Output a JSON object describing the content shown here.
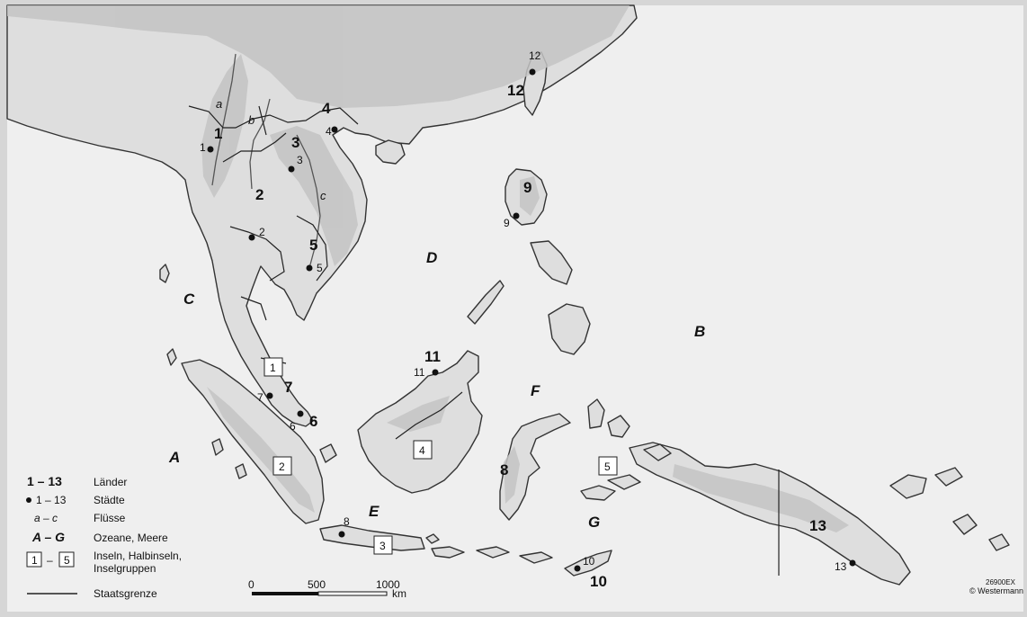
{
  "countries": [
    {
      "num": "1"
    },
    {
      "num": "2"
    },
    {
      "num": "3"
    },
    {
      "num": "4"
    },
    {
      "num": "5"
    },
    {
      "num": "6"
    },
    {
      "num": "7"
    },
    {
      "num": "8"
    },
    {
      "num": "9"
    },
    {
      "num": "10"
    },
    {
      "num": "11"
    },
    {
      "num": "12"
    },
    {
      "num": "13"
    }
  ],
  "cities": [
    {
      "num": "1"
    },
    {
      "num": "2"
    },
    {
      "num": "3"
    },
    {
      "num": "4"
    },
    {
      "num": "5"
    },
    {
      "num": "6"
    },
    {
      "num": "7"
    },
    {
      "num": "8"
    },
    {
      "num": "9"
    },
    {
      "num": "10"
    },
    {
      "num": "11"
    },
    {
      "num": "12"
    },
    {
      "num": "13"
    }
  ],
  "rivers": [
    {
      "letter": "a"
    },
    {
      "letter": "b"
    },
    {
      "letter": "c"
    }
  ],
  "seas": [
    {
      "letter": "A"
    },
    {
      "letter": "B"
    },
    {
      "letter": "C"
    },
    {
      "letter": "D"
    },
    {
      "letter": "E"
    },
    {
      "letter": "F"
    },
    {
      "letter": "G"
    }
  ],
  "islands": [
    {
      "num": "1"
    },
    {
      "num": "2"
    },
    {
      "num": "3"
    },
    {
      "num": "4"
    },
    {
      "num": "5"
    }
  ],
  "legend": {
    "countries_key": "1 – 13",
    "countries_label": "Länder",
    "cities_key": "1 – 13",
    "cities_label": "Städte",
    "rivers_key": "a – c",
    "rivers_label": "Flüsse",
    "seas_key": "A – G",
    "seas_label": "Ozeane, Meere",
    "islands_key_start": "1",
    "islands_key_dash": "–",
    "islands_key_end": "5",
    "islands_label_line1": "Inseln, Halbinseln,",
    "islands_label_line2": "Inselgruppen",
    "border_label": "Staatsgrenze"
  },
  "scale": {
    "tick0": "0",
    "tick1": "500",
    "tick2": "1000",
    "unit": "km"
  },
  "credit": {
    "code": "26900EX",
    "publisher": "© Westermann"
  },
  "colors": {
    "sea": "#efefef",
    "land": "#dedede",
    "relief": "#b9b9b9",
    "outline": "#333333"
  }
}
